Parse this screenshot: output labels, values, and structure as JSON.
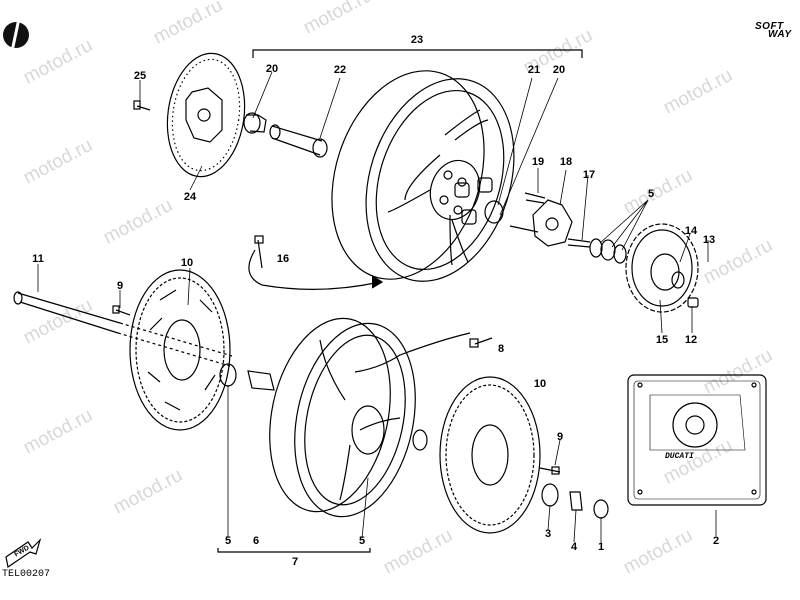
{
  "watermark": "motod.ru",
  "brand": {
    "line1": "SOFT",
    "line2": "WAY"
  },
  "drawing_code": "TEL00207",
  "fwd_arrow_label": "FWD",
  "plate_text": "DUCATI",
  "callouts": {
    "c1": "1",
    "c2": "2",
    "c3": "3",
    "c4": "4",
    "c5a": "5",
    "c5b": "5",
    "c5c": "5",
    "c6": "6",
    "c7": "7",
    "c8": "8",
    "c9a": "9",
    "c9b": "9",
    "c10a": "10",
    "c10b": "10",
    "c11": "11",
    "c12": "12",
    "c13": "13",
    "c14": "14",
    "c15": "15",
    "c16": "16",
    "c17": "17",
    "c18": "18",
    "c19": "19",
    "c20a": "20",
    "c20b": "20",
    "c21": "21",
    "c22": "22",
    "c23": "23",
    "c24": "24",
    "c25": "25"
  }
}
